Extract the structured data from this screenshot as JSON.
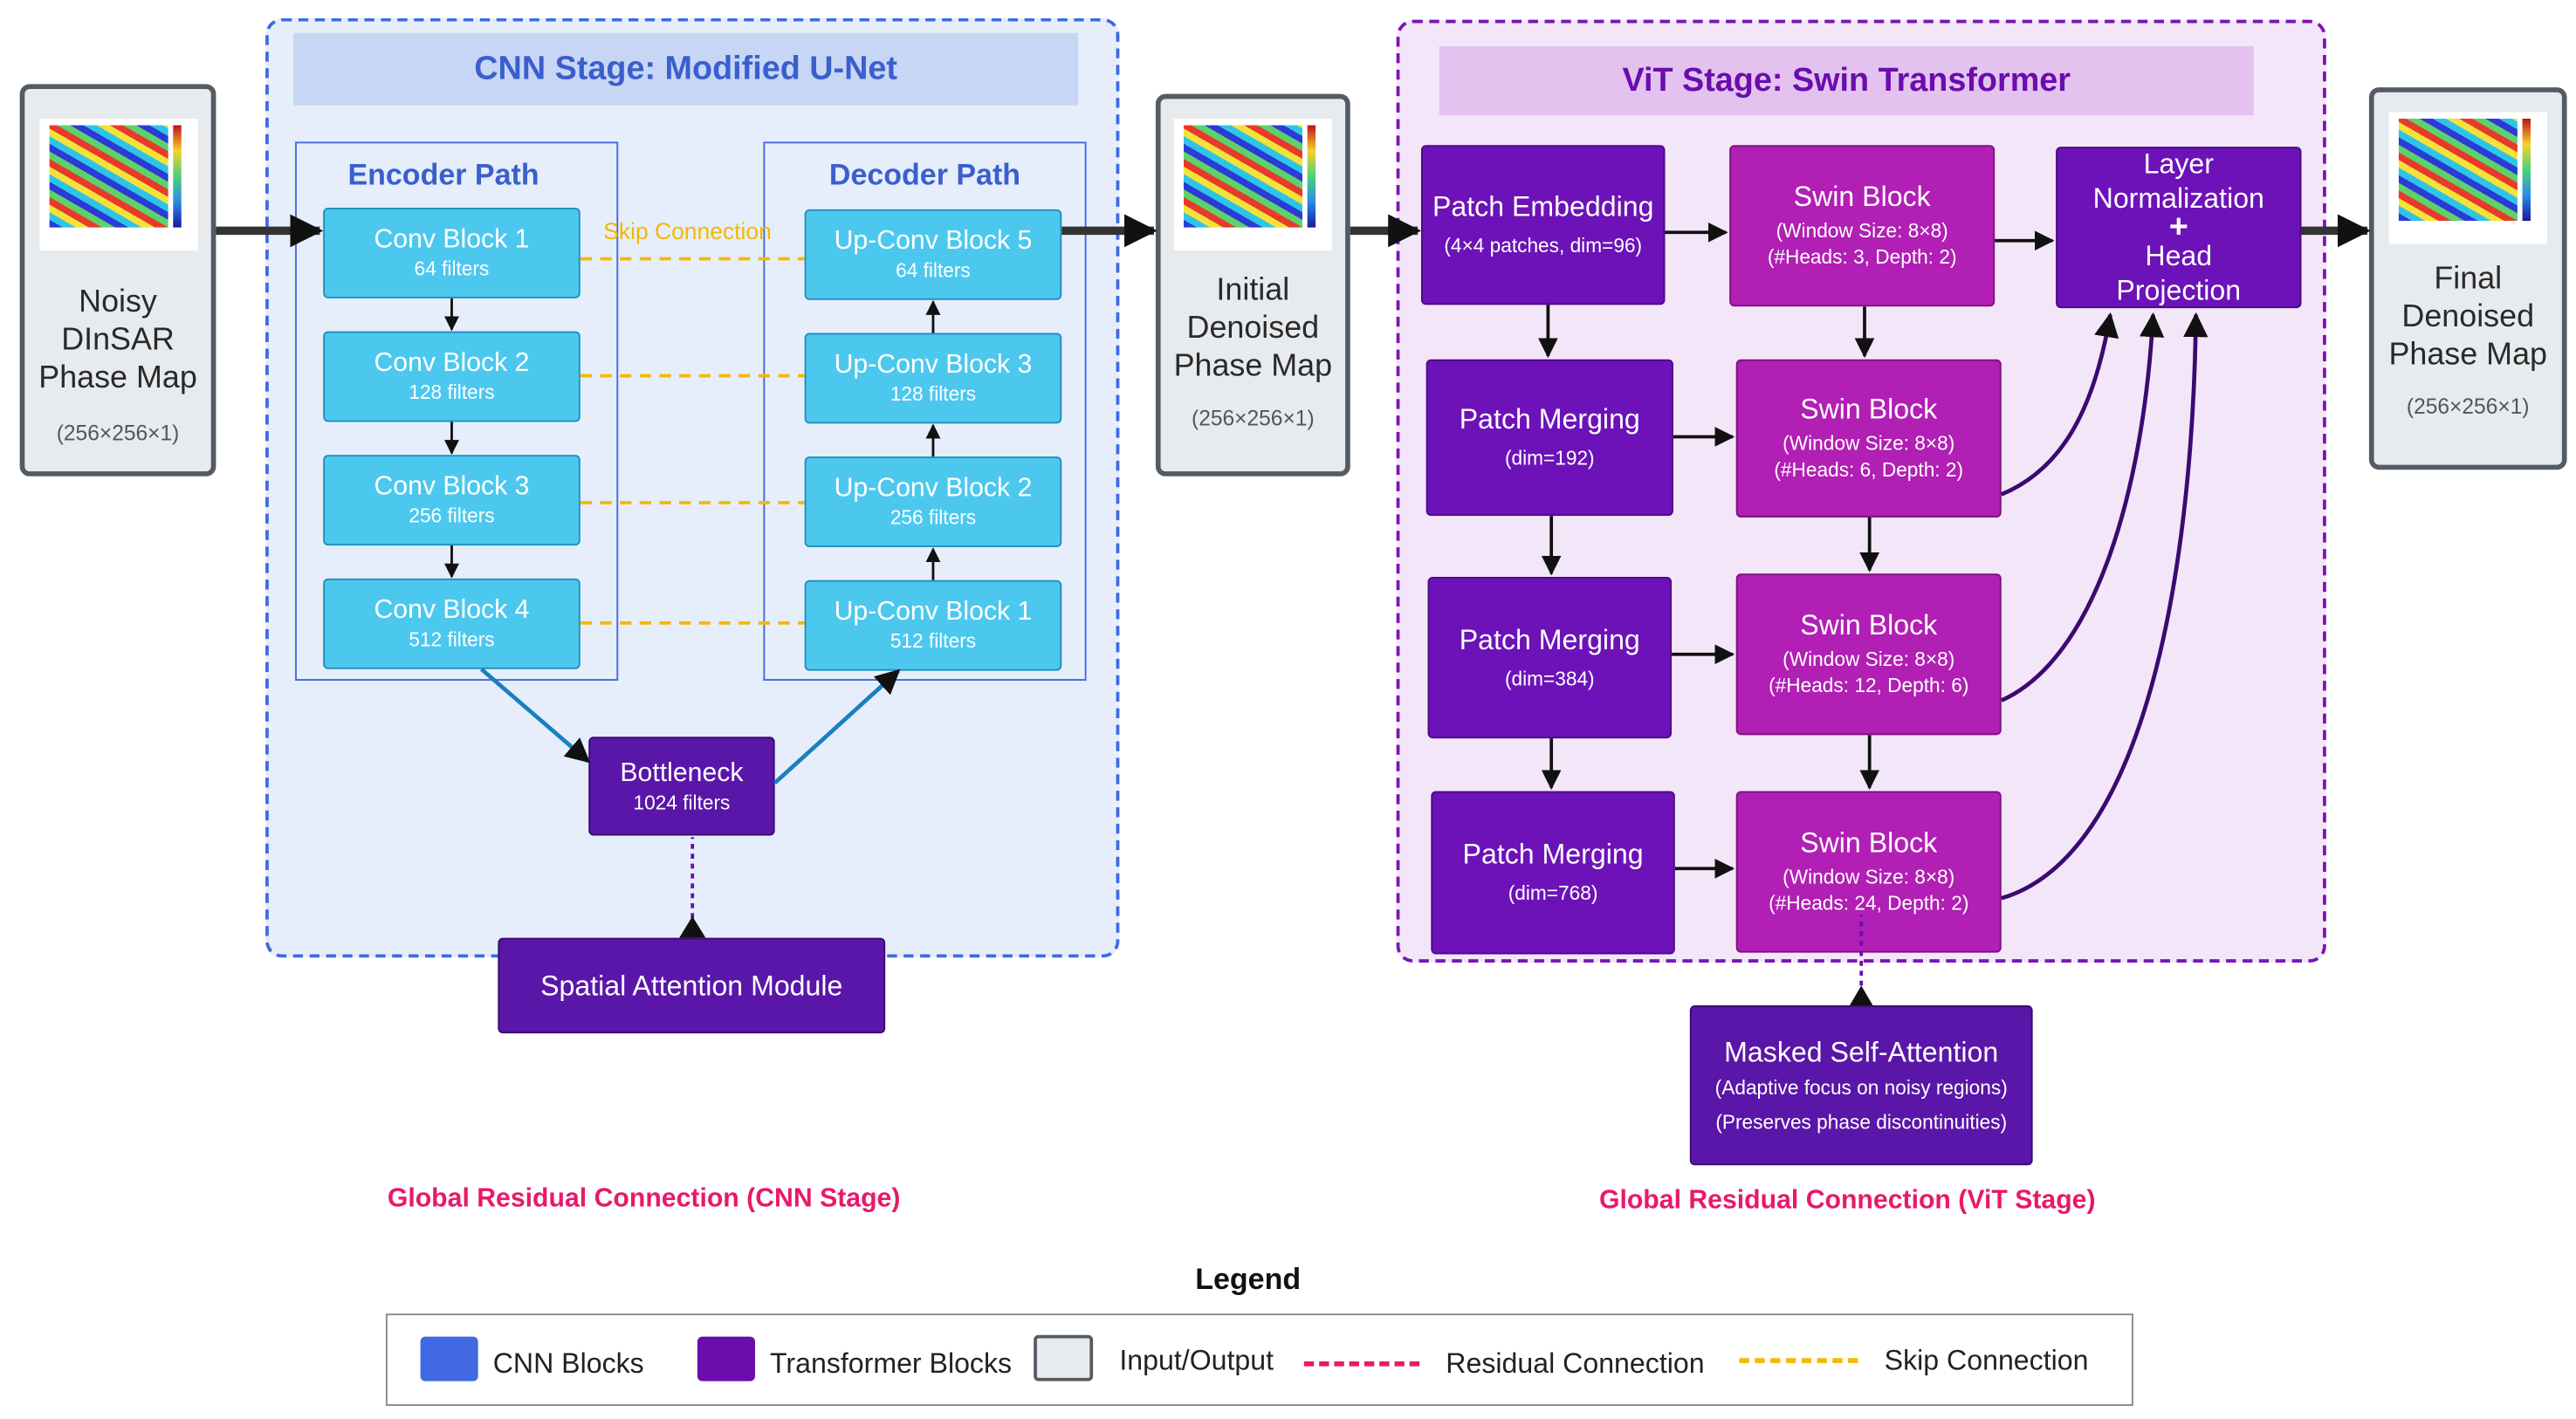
{
  "cnn_stage": {
    "title": "CNN Stage: Modified U-Net",
    "encoder_title": "Encoder Path",
    "decoder_title": "Decoder Path",
    "skip_label": "Skip Connection",
    "encoder_blocks": [
      {
        "label": "Conv Block 1",
        "sub": "64 filters"
      },
      {
        "label": "Conv Block 2",
        "sub": "128 filters"
      },
      {
        "label": "Conv Block 3",
        "sub": "256 filters"
      },
      {
        "label": "Conv Block 4",
        "sub": "512 filters"
      }
    ],
    "decoder_blocks": [
      {
        "label": "Up-Conv Block 5",
        "sub": "64 filters"
      },
      {
        "label": "Up-Conv Block 3",
        "sub": "128 filters"
      },
      {
        "label": "Up-Conv Block 2",
        "sub": "256 filters"
      },
      {
        "label": "Up-Conv Block 1",
        "sub": "512 filters"
      }
    ],
    "bottleneck": {
      "label": "Bottleneck",
      "sub": "1024 filters"
    },
    "attention": "Spatial Attention Module",
    "residual_note": "Global Residual Connection (CNN Stage)"
  },
  "io": {
    "input": {
      "lines": [
        "Noisy",
        "DInSAR",
        "Phase Map"
      ],
      "dim": "(256×256×1)"
    },
    "middle": {
      "lines": [
        "Initial",
        "Denoised",
        "Phase Map"
      ],
      "dim": "(256×256×1)"
    },
    "output": {
      "lines": [
        "Final",
        "Denoised",
        "Phase Map"
      ],
      "dim": "(256×256×1)"
    }
  },
  "vit_stage": {
    "title": "ViT Stage: Swin Transformer",
    "patch_embedding": {
      "label": "Patch Embedding",
      "sub": "(4×4 patches, dim=96)"
    },
    "patch_merging": [
      {
        "label": "Patch Merging",
        "sub": "(dim=192)"
      },
      {
        "label": "Patch Merging",
        "sub": "(dim=384)"
      },
      {
        "label": "Patch Merging",
        "sub": "(dim=768)"
      }
    ],
    "swin_blocks": [
      {
        "label": "Swin Block",
        "sub1": "(Window Size: 8×8)",
        "sub2": "(#Heads: 3, Depth: 2)"
      },
      {
        "label": "Swin Block",
        "sub1": "(Window Size: 8×8)",
        "sub2": "(#Heads: 6, Depth: 2)"
      },
      {
        "label": "Swin Block",
        "sub1": "(Window Size: 8×8)",
        "sub2": "(#Heads: 12, Depth: 6)"
      },
      {
        "label": "Swin Block",
        "sub1": "(Window Size: 8×8)",
        "sub2": "(#Heads: 24, Depth: 2)"
      }
    ],
    "head": {
      "line1": "Layer",
      "line2": "Normalization",
      "plus": "+",
      "line3": "Head",
      "line4": "Projection"
    },
    "masked_attention": {
      "label": "Masked Self-Attention",
      "sub1": "(Adaptive focus on noisy regions)",
      "sub2": "(Preserves phase discontinuities)"
    },
    "residual_note": "Global Residual Connection (ViT Stage)"
  },
  "legend": {
    "title": "Legend",
    "items": [
      {
        "label": "CNN Blocks",
        "color": "#4169e1"
      },
      {
        "label": "Transformer Blocks",
        "color": "#6a0dad"
      },
      {
        "label": "Input/Output",
        "color": "#e8ebee"
      },
      {
        "label": "Residual Connection",
        "color": "#e8196a"
      },
      {
        "label": "Skip Connection",
        "color": "#f5b800"
      }
    ]
  }
}
